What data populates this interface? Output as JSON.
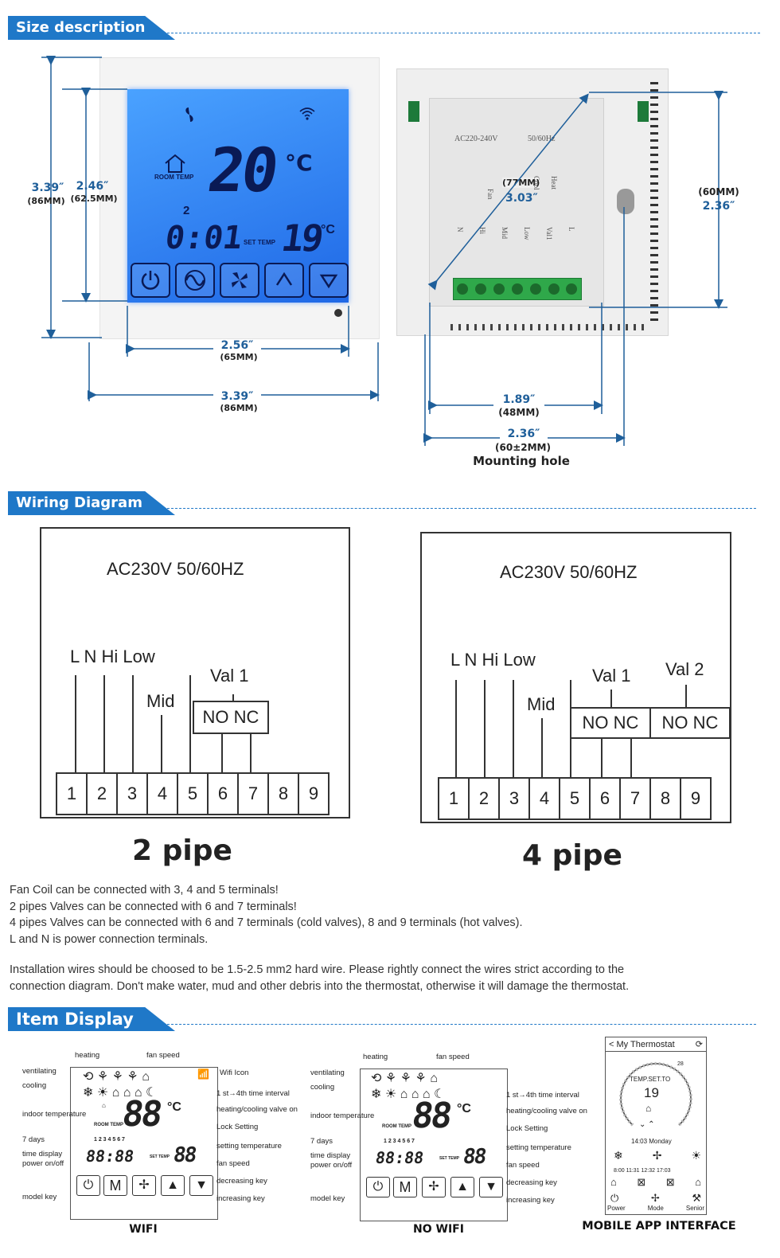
{
  "sections": {
    "size": "Size description",
    "wiring": "Wiring Diagram",
    "item": "Item Display"
  },
  "front": {
    "lcd": {
      "temp": "20",
      "unit": "°C",
      "room_temp": "ROOM TEMP",
      "period": "2",
      "time": "0:01",
      "set_temp_label": "SET TEMP",
      "set_temp": "19",
      "set_unit": "°C"
    },
    "dims": {
      "outer_h": "3.39″",
      "outer_h_mm": "(86MM)",
      "lcd_h": "2.46″",
      "lcd_h_mm": "(62.5MM)",
      "lcd_w": "2.56″",
      "lcd_w_mm": "(65MM)",
      "outer_w": "3.39″",
      "outer_w_mm": "(86MM)"
    }
  },
  "back": {
    "voltage": "AC220-240V",
    "freq": "50/60Hz",
    "diag_mm": "(77MM)",
    "diag_in": "3.03″",
    "terms": [
      "N",
      "Hi",
      "Mid",
      "Low",
      "Val1",
      "L"
    ],
    "extra": [
      "Fan",
      "Heat",
      "Cool"
    ],
    "dims": {
      "h_mm": "(60MM)",
      "h_in": "2.36″",
      "w_in": "1.89″",
      "w_mm": "(48MM)",
      "hole_in": "2.36″",
      "hole_mm": "(60±2MM)",
      "hole_label": "Mounting hole"
    }
  },
  "wiring": {
    "two": {
      "title": "AC230V 50/60HZ",
      "labels": {
        "lnhilow": "L N Hi Low",
        "mid": "Mid",
        "val1": "Val 1",
        "nonc": "NO NC"
      },
      "terminals": [
        "1",
        "2",
        "3",
        "4",
        "5",
        "6",
        "7",
        "8",
        "9"
      ],
      "caption": "2 pipe"
    },
    "four": {
      "title": "AC230V 50/60HZ",
      "labels": {
        "lnhilow": "L N Hi Low",
        "mid": "Mid",
        "val1": "Val 1",
        "val2": "Val 2",
        "nonc1": "NO NC",
        "nonc2": "NO NC"
      },
      "terminals": [
        "1",
        "2",
        "3",
        "4",
        "5",
        "6",
        "7",
        "8",
        "9"
      ],
      "caption": "4 pipe"
    }
  },
  "notes": [
    "Fan Coil can be connected with 3, 4 and 5 terminals!",
    "2 pipes Valves can be connected with 6 and 7 terminals!",
    "4 pipes Valves can be connected with 6 and 7 terminals (cold valves), 8 and 9 terminals (hot valves).",
    "L and N is power connection terminals."
  ],
  "install": [
    "Installation wires should be choosed to be 1.5-2.5 mm2 hard wire. Please rightly connect the wires strict according to the",
    "connection diagram. Don't make water, mud and other debris into the thermostat, otherwise it will damage the thermostat."
  ],
  "displays": {
    "left_labels": [
      "ventilating",
      "cooling",
      "indoor temperature",
      "7 days",
      "time display",
      "power on/off",
      "model key"
    ],
    "top_labels": [
      "heating",
      "fan speed"
    ],
    "wifi_icon": "Wifi Icon",
    "right_labels": [
      "1 st→4th time interval",
      "heating/cooling valve on",
      "Lock Setting",
      "setting temperature",
      "fan speed",
      "decreasing key",
      "increasing key"
    ],
    "lcd_big": "88",
    "lcd_unit": "°C",
    "lcd_time": "88:88",
    "lcd_set": "88",
    "lcd_room": "ROOM TEMP",
    "lcd_settemp": "SET TEMP",
    "days": "1 2 3 4 5 6 7",
    "key_m": "M",
    "caption_wifi": "WIFI",
    "caption_nowifi": "NO WIFI"
  },
  "app": {
    "header": "< My Thermostat",
    "scale_max": "28",
    "temp_set_label": "TEMP.SET.TO",
    "temp_set": "19",
    "datetime": "14:03 Monday",
    "times": "8:00 11:31 12:32 17:03",
    "btn_labels": [
      "Power",
      "Mode",
      "Senior"
    ],
    "caption": "MOBILE APP INTERFACE"
  },
  "colors": {
    "accent": "#1f78c8",
    "lcd": "#2f7cf0",
    "lcd_text": "#0a1a55"
  }
}
